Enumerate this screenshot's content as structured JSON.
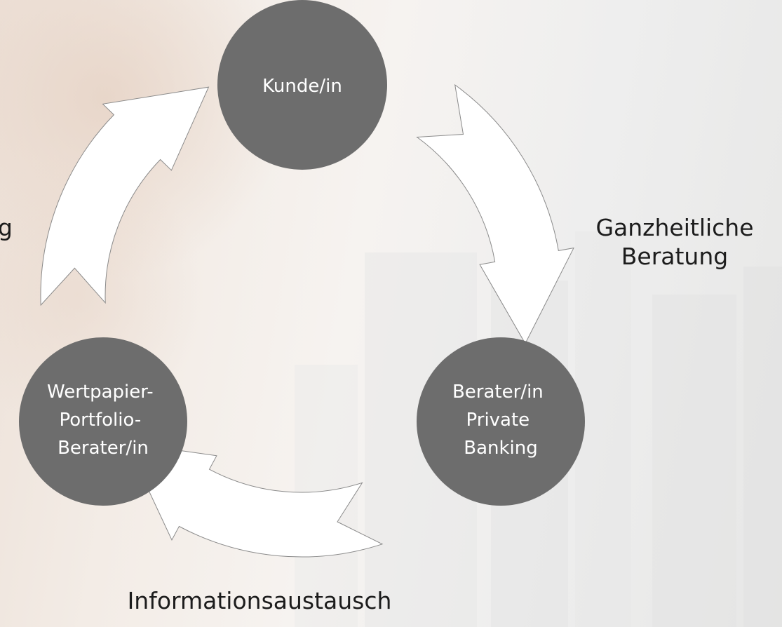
{
  "nodes": {
    "customer": {
      "lines": [
        "Kunde/in"
      ]
    },
    "private_banking": {
      "lines": [
        "Berater/in",
        "Private",
        "Banking"
      ]
    },
    "portfolio_advisor": {
      "lines": [
        "Wertpapier-",
        "Portfolio-",
        "Berater/in"
      ]
    }
  },
  "edge_labels": {
    "right": {
      "line1": "Ganzheitliche",
      "line2": "Beratung"
    },
    "bottom": {
      "line1": "Informationsaustausch"
    },
    "left": {
      "line1": "g"
    }
  },
  "colors": {
    "node_fill": "#6d6d6d",
    "arrow_fill": "#ffffff",
    "arrow_stroke": "#8a8a8a",
    "label_text": "#1c1c1c"
  }
}
